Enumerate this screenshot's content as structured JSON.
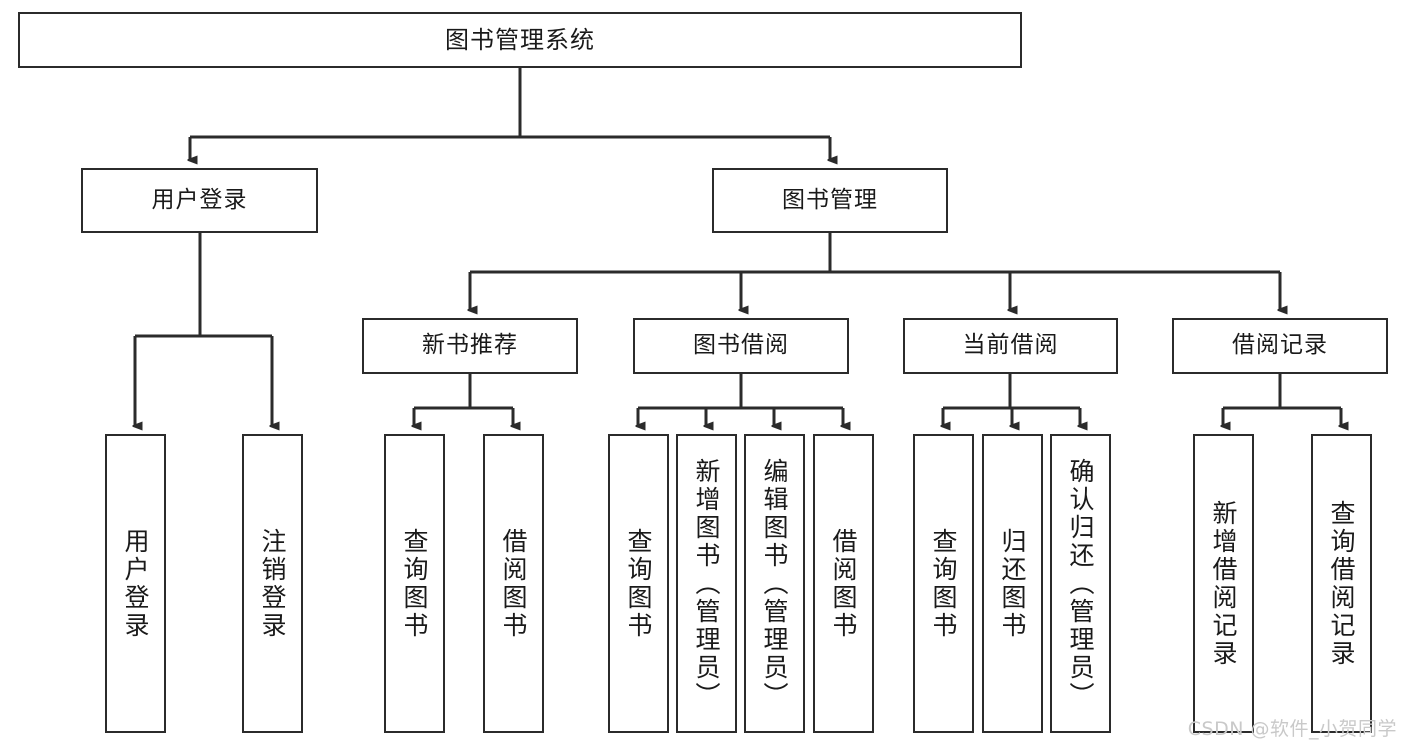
{
  "diagram": {
    "title": "图书管理系统",
    "type": "tree-hierarchy",
    "watermark": "CSDN @软件_小贺同学",
    "colors": {
      "border": "#2b2b2b",
      "background": "#ffffff",
      "text": "#1a1a1a",
      "connector": "#2b2b2b",
      "watermark": "#c9c9c9"
    },
    "nodes": {
      "root": {
        "label": "图书管理系统"
      },
      "level2": [
        {
          "label": "用户登录"
        },
        {
          "label": "图书管理"
        }
      ],
      "level3": [
        {
          "label": "新书推荐"
        },
        {
          "label": "图书借阅"
        },
        {
          "label": "当前借阅"
        },
        {
          "label": "借阅记录"
        }
      ],
      "leaves": {
        "user_login": [
          {
            "label": "用户登录"
          },
          {
            "label": "注销登录"
          }
        ],
        "new_book_recommend": [
          {
            "label": "查询图书"
          },
          {
            "label": "借阅图书"
          }
        ],
        "book_borrow": [
          {
            "label": "查询图书"
          },
          {
            "label": "新增图书（管理员）"
          },
          {
            "label": "编辑图书（管理员）"
          },
          {
            "label": "借阅图书"
          }
        ],
        "current_borrow": [
          {
            "label": "查询图书"
          },
          {
            "label": "归还图书"
          },
          {
            "label": "确认归还（管理员）"
          }
        ],
        "borrow_record": [
          {
            "label": "新增借阅记录"
          },
          {
            "label": "查询借阅记录"
          }
        ]
      }
    }
  }
}
